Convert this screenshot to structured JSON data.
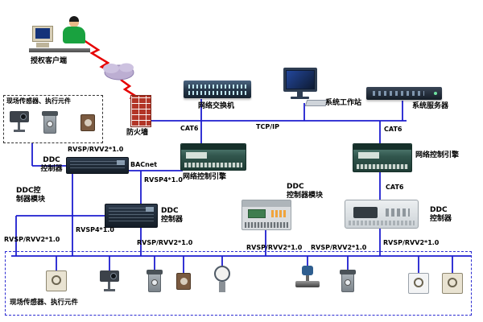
{
  "nodes": {
    "client": "授权客户端",
    "firewall": "防火墙",
    "switch": "网络交换机",
    "workstation": "系统工作站",
    "server": "系统服务器",
    "engine_left": "网络控制引擎",
    "engine_right": "网络控制引擎",
    "ddc_top_left": "DDC\n控制器",
    "ddc_module_far_left": "DDC控\n制器模块",
    "ddc_mid": "DDC\n控制器",
    "ddc_module_mid": "DDC\n控制器模块",
    "ddc_right": "DDC\n控制器",
    "field_devices_top": "现场传感器、执行元件",
    "field_devices_bottom": "现场传感器、执行元件"
  },
  "links": {
    "tcpip": "TCP/IP",
    "cat6": "CAT6",
    "bacnet": "BACnet",
    "rvsp4": "RVSP4*1.0",
    "rvsp_rvv2": "RVSP/RVV2*1.0"
  },
  "colors": {
    "wire": "#1d1dcf",
    "lightning": "#e60000",
    "dashed_box_blue": "#2b2bd1",
    "firewall_brick": "#b23527",
    "engine_green": "#31564d"
  }
}
